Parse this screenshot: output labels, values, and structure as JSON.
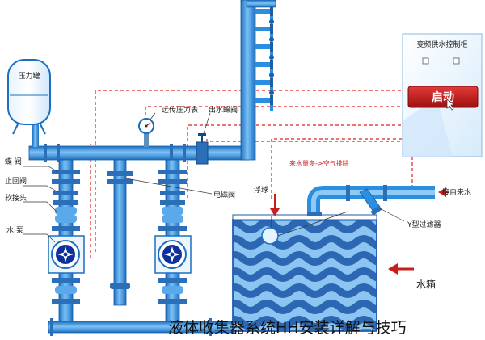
{
  "labels": {
    "pressure_tank": "压力罐",
    "control_cabinet": "变频供水控制柜",
    "start_button": "启动",
    "remote_gauge": "远传压力表",
    "outlet_valve": "出水蝶阀",
    "inlet_note": "来水量多->空气排除",
    "butterfly_valve": "蝶  阀",
    "check_valve": "止回阀",
    "soft_joint": "软接头",
    "pump": "水  泵",
    "solenoid_valve": "电磁阀",
    "float_ball": "浮球",
    "water_inlet": "接自来水",
    "y_filter": "Y型过滤器",
    "water_tank": "水箱"
  },
  "caption": "液体收集器系统HH安装详解与技巧",
  "colors": {
    "pipe": "#2a8fe0",
    "signal_line": "#e02020",
    "tank_light": "#8cc4f2",
    "tank_dark": "#2c67b3",
    "start_button": "#c81e1e"
  }
}
